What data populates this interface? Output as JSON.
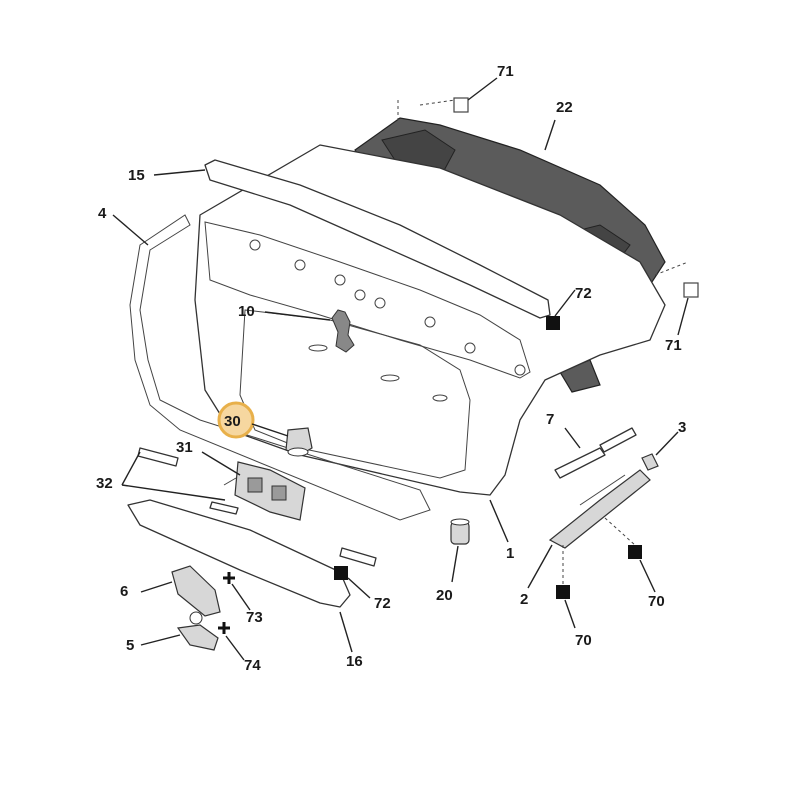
{
  "callouts": [
    {
      "id": "c1",
      "text": "1"
    },
    {
      "id": "c2",
      "text": "2"
    },
    {
      "id": "c3",
      "text": "3"
    },
    {
      "id": "c4",
      "text": "4"
    },
    {
      "id": "c5",
      "text": "5"
    },
    {
      "id": "c6",
      "text": "6"
    },
    {
      "id": "c7",
      "text": "7"
    },
    {
      "id": "c10",
      "text": "10"
    },
    {
      "id": "c15",
      "text": "15"
    },
    {
      "id": "c16",
      "text": "16"
    },
    {
      "id": "c20",
      "text": "20"
    },
    {
      "id": "c22",
      "text": "22"
    },
    {
      "id": "c30",
      "text": "30"
    },
    {
      "id": "c31",
      "text": "31"
    },
    {
      "id": "c32",
      "text": "32"
    },
    {
      "id": "c70a",
      "text": "70"
    },
    {
      "id": "c70b",
      "text": "70"
    },
    {
      "id": "c71a",
      "text": "71"
    },
    {
      "id": "c71b",
      "text": "71"
    },
    {
      "id": "c72a",
      "text": "72"
    },
    {
      "id": "c72b",
      "text": "72"
    },
    {
      "id": "c73",
      "text": "73"
    },
    {
      "id": "c74",
      "text": "74"
    }
  ],
  "highlight": {
    "callout": "30",
    "color": "#e8b04a"
  }
}
